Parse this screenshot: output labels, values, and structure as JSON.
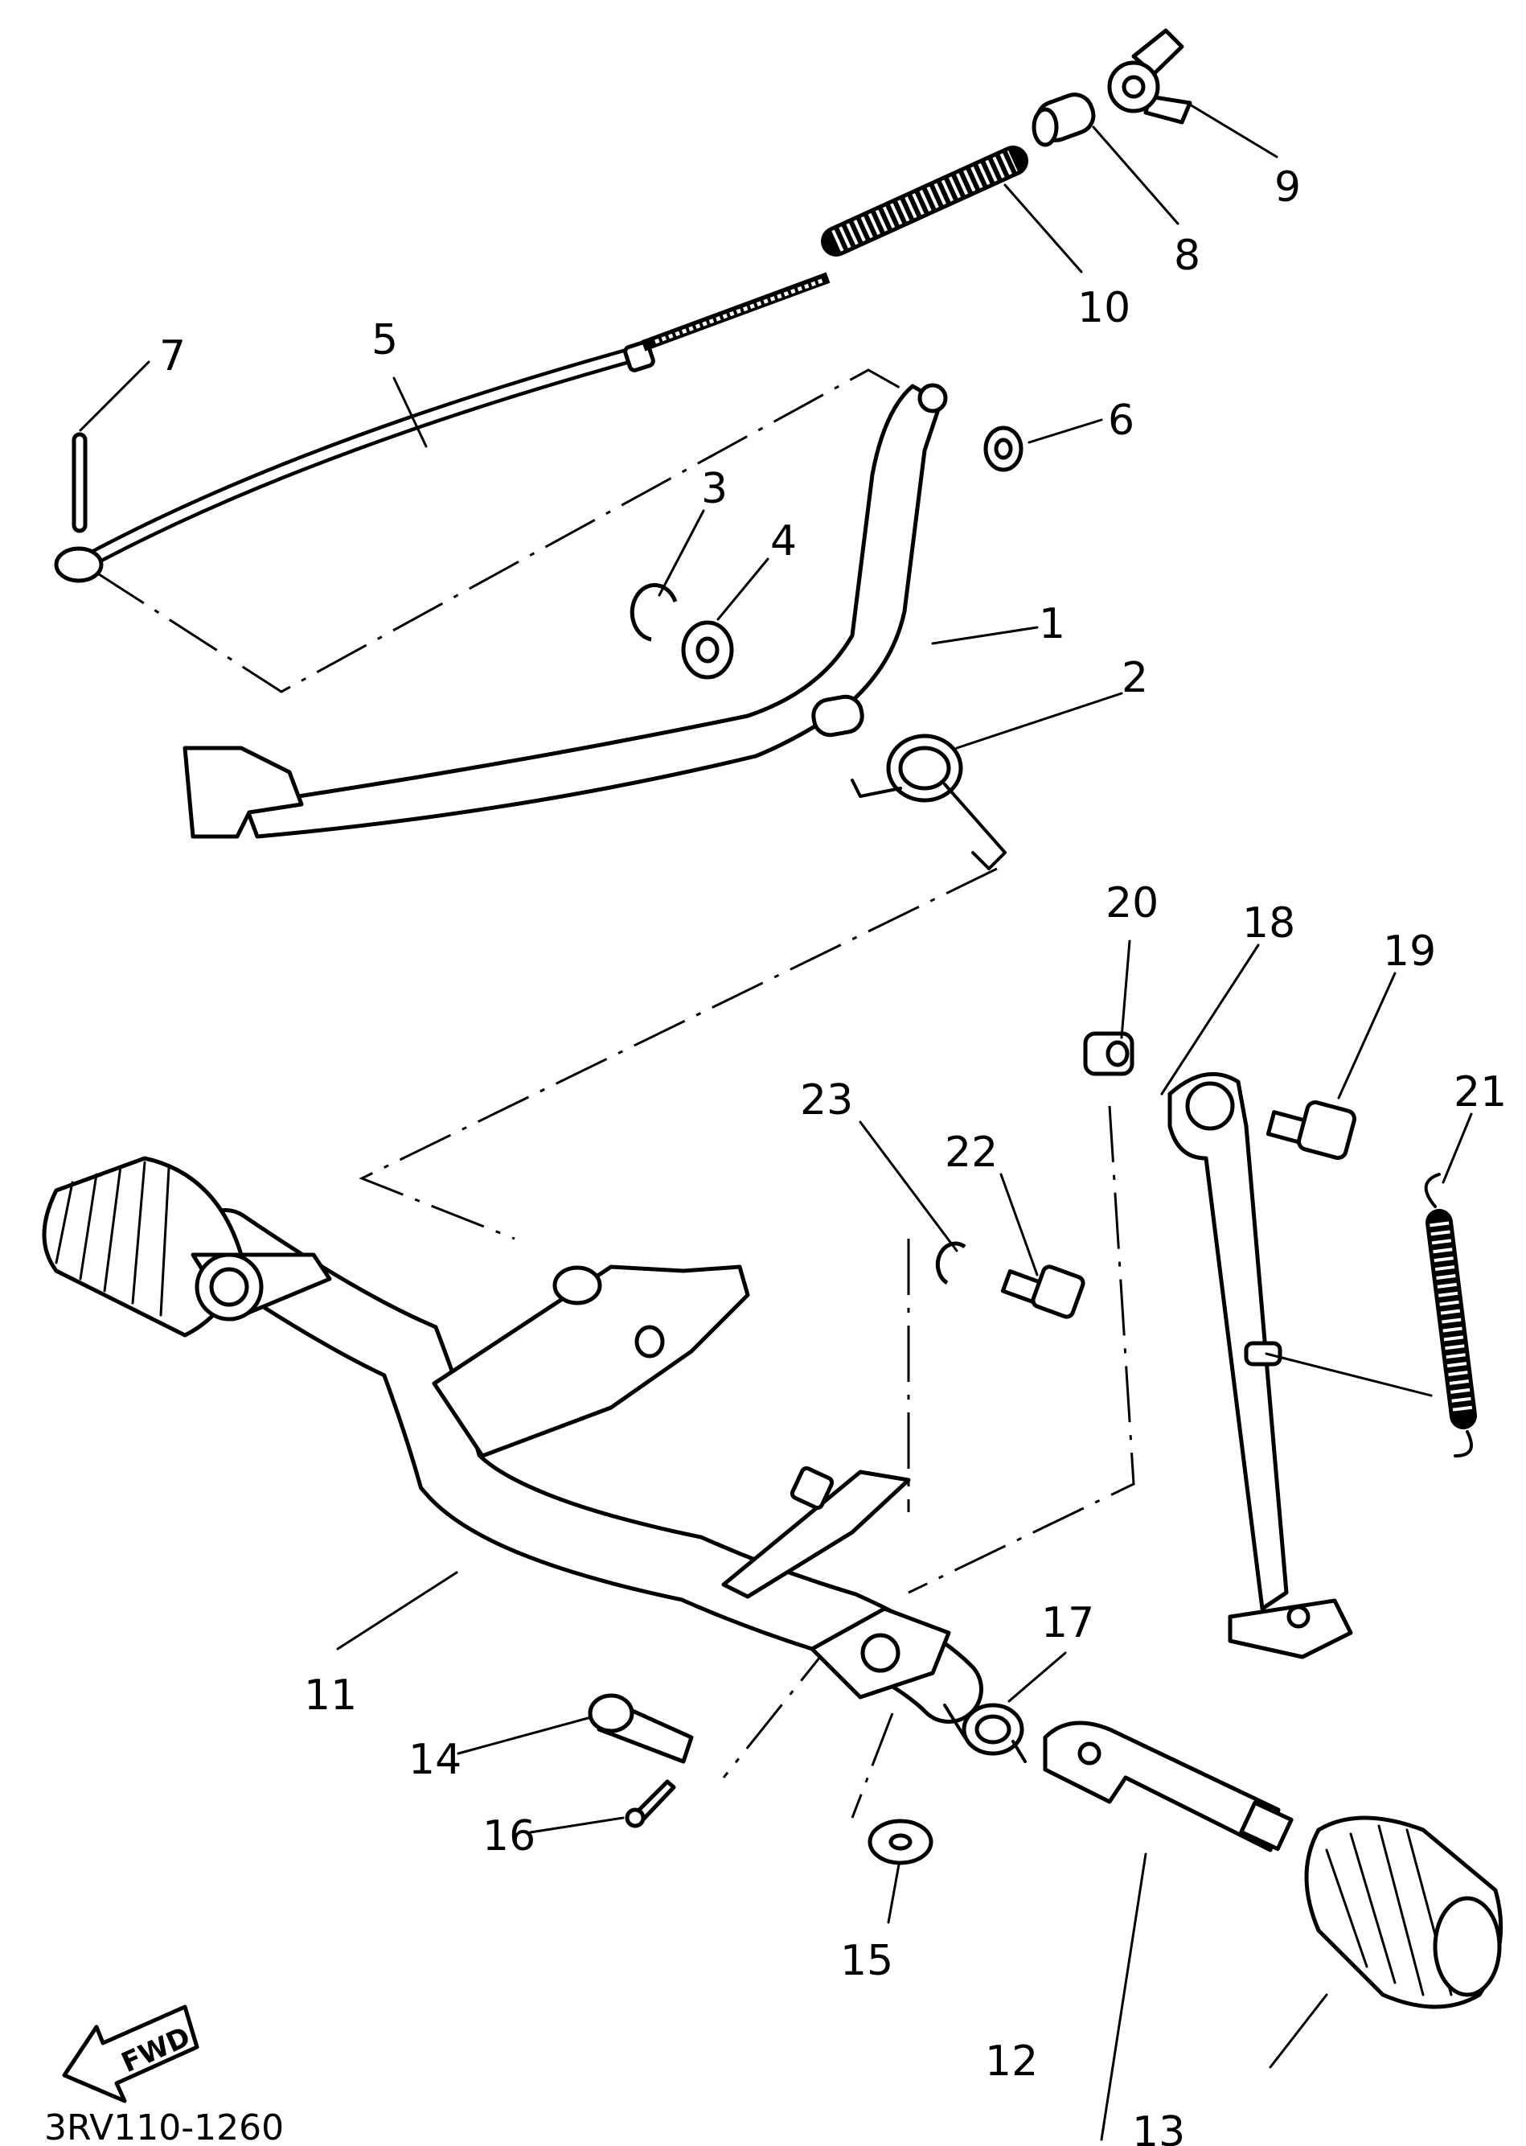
{
  "diagram": {
    "callouts": [
      "1",
      "2",
      "3",
      "4",
      "5",
      "6",
      "7",
      "8",
      "9",
      "10",
      "11",
      "12",
      "13",
      "14",
      "15",
      "16",
      "17",
      "18",
      "19",
      "20",
      "21",
      "22",
      "23"
    ],
    "direction_label": "FWD",
    "drawing_code": "3RV110-1260"
  }
}
